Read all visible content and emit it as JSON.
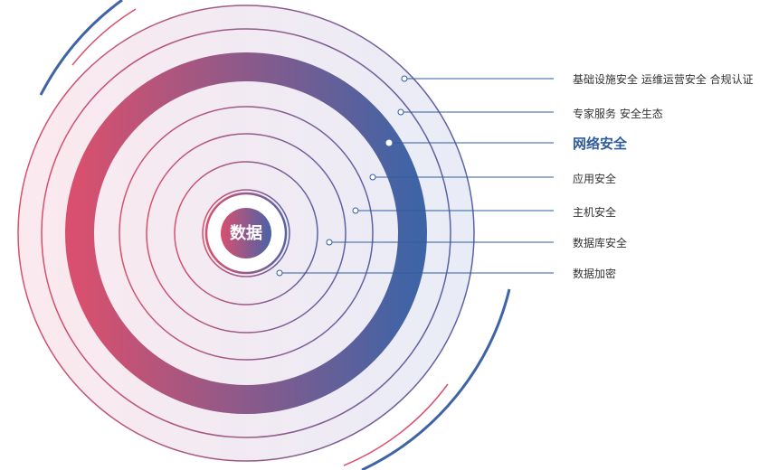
{
  "center": {
    "label": "数据"
  },
  "colors": {
    "pink": "#d8506e",
    "blue": "#3f64a6",
    "line": "#2f5c9c",
    "text": "#333333",
    "highlight": "#2f5c9c"
  },
  "layers": [
    {
      "label": "基础设施安全 运维运营安全 合规认证",
      "highlight": false
    },
    {
      "label": "专家服务 安全生态",
      "highlight": false
    },
    {
      "label": "网络安全",
      "highlight": true
    },
    {
      "label": "应用安全",
      "highlight": false
    },
    {
      "label": "主机安全",
      "highlight": false
    },
    {
      "label": "数据库安全",
      "highlight": false
    },
    {
      "label": "数据加密",
      "highlight": false
    }
  ]
}
